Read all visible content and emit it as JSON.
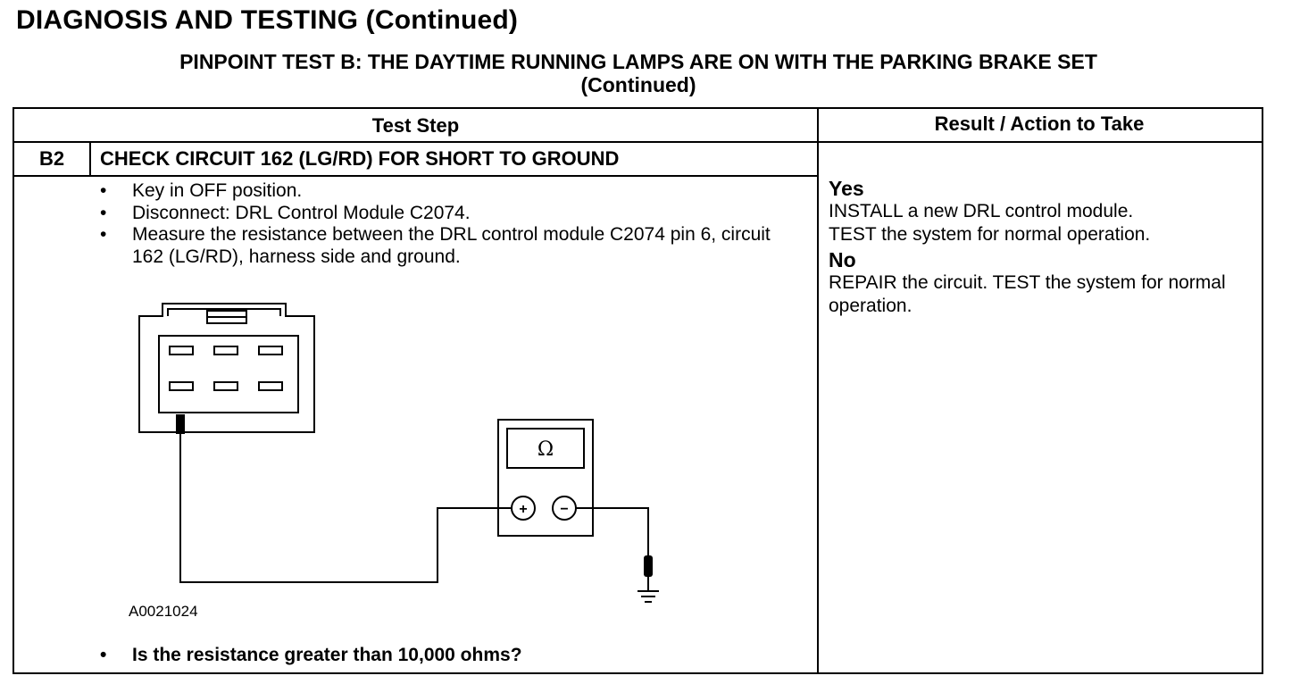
{
  "page": {
    "title": "DIAGNOSIS AND TESTING (Continued)",
    "test_title_line1": "PINPOINT TEST B: THE DAYTIME RUNNING LAMPS ARE ON WITH THE PARKING BRAKE SET",
    "test_title_line2": "(Continued)"
  },
  "table": {
    "col_test_step": "Test Step",
    "col_result": "Result / Action to Take"
  },
  "step": {
    "id": "B2",
    "title": "CHECK CIRCUIT 162 (LG/RD) FOR SHORT TO GROUND",
    "bullets": [
      "Key in OFF position.",
      "Disconnect: DRL Control Module C2074.",
      "Measure the resistance between the DRL control module C2074 pin 6, circuit 162 (LG/RD), harness side and ground."
    ],
    "bullet_char": "•",
    "figure_id": "A0021024",
    "question": "Is the resistance greater than 10,000 ohms?"
  },
  "meter": {
    "symbol": "Ω",
    "plus": "+",
    "minus": "−"
  },
  "results": [
    {
      "label": "Yes",
      "text": "INSTALL a new DRL control module.\nTEST the system for normal operation."
    },
    {
      "label": "No",
      "text": "REPAIR the circuit. TEST the system for normal operation."
    }
  ]
}
